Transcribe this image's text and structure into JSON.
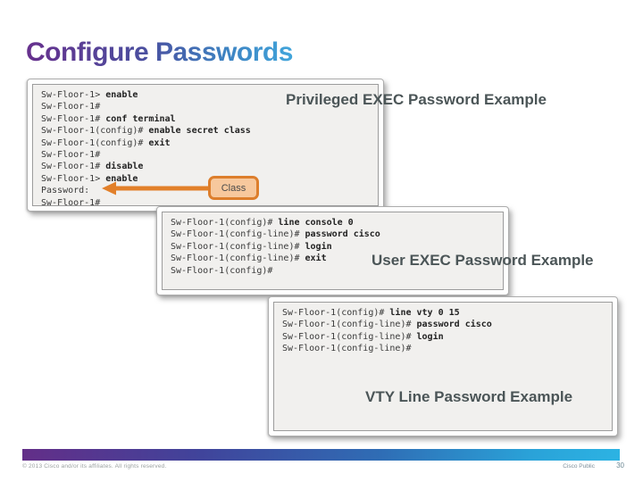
{
  "slide": {
    "title": "Configure Passwords",
    "footer_copyright": "© 2013 Cisco and/or its affiliates. All rights reserved.",
    "footer_classification": "Cisco Public",
    "page_number": "30"
  },
  "labels": {
    "privileged": "Privileged EXEC Password Example",
    "user": "User EXEC Password Example",
    "vty": "VTY Line Password Example"
  },
  "callout": {
    "text": "Class",
    "fill": "#f7c89d",
    "border": "#dd7e2c",
    "arrow_color": "#e2802a"
  },
  "colors": {
    "title_gradient_start": "#67308d",
    "title_gradient_end": "#41a5db",
    "label_text": "#4b5557",
    "terminal_background": "#f1f0ee",
    "footer_bar_start": "#632e88",
    "footer_bar_end": "#2cb3e3"
  },
  "terminals": [
    {
      "name": "privileged-exec-terminal",
      "lines": [
        {
          "prompt": "Sw-Floor-1>",
          "command": "enable"
        },
        {
          "prompt": "Sw-Floor-1#",
          "command": ""
        },
        {
          "prompt": "Sw-Floor-1#",
          "command": "conf terminal"
        },
        {
          "prompt": "Sw-Floor-1(config)#",
          "command": "enable secret class"
        },
        {
          "prompt": "Sw-Floor-1(config)#",
          "command": "exit"
        },
        {
          "prompt": "Sw-Floor-1#",
          "command": ""
        },
        {
          "prompt": "Sw-Floor-1#",
          "command": "disable"
        },
        {
          "prompt": "Sw-Floor-1>",
          "command": "enable"
        },
        {
          "prompt": "Password:",
          "command": ""
        },
        {
          "prompt": "Sw-Floor-1#",
          "command": ""
        }
      ]
    },
    {
      "name": "user-exec-terminal",
      "lines": [
        {
          "prompt": "Sw-Floor-1(config)#",
          "command": "line console 0"
        },
        {
          "prompt": "Sw-Floor-1(config-line)#",
          "command": "password cisco"
        },
        {
          "prompt": "Sw-Floor-1(config-line)#",
          "command": "login"
        },
        {
          "prompt": "Sw-Floor-1(config-line)#",
          "command": "exit"
        },
        {
          "prompt": "Sw-Floor-1(config)#",
          "command": ""
        }
      ]
    },
    {
      "name": "vty-line-terminal",
      "lines": [
        {
          "prompt": "Sw-Floor-1(config)#",
          "command": "line vty 0 15"
        },
        {
          "prompt": "Sw-Floor-1(config-line)#",
          "command": "password cisco"
        },
        {
          "prompt": "Sw-Floor-1(config-line)#",
          "command": "login"
        },
        {
          "prompt": "Sw-Floor-1(config-line)#",
          "command": ""
        }
      ]
    }
  ]
}
